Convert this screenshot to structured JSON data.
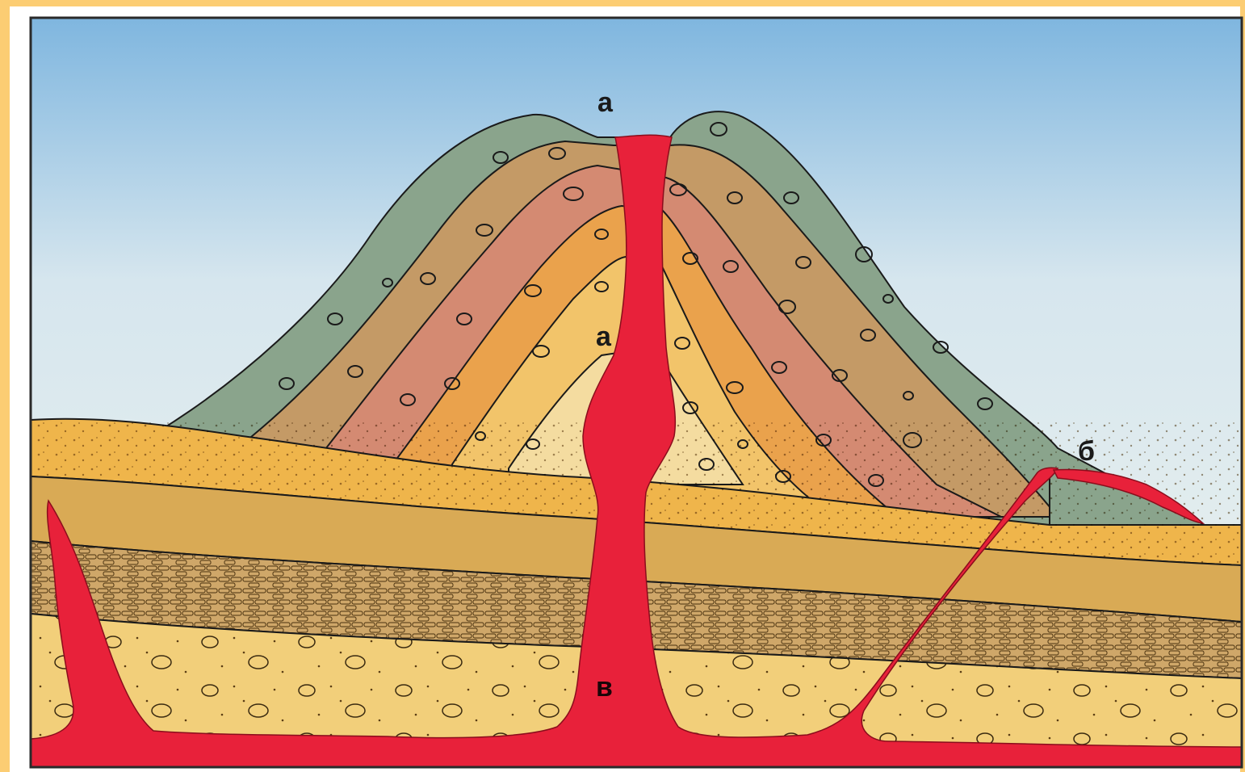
{
  "labels": {
    "crater": "а",
    "side_vent": "б",
    "magma_chamber": "в",
    "vent_channel": "а"
  },
  "colors": {
    "sky_top": "#7fb6df",
    "sky_bottom": "#eef3ee",
    "frame": "#fccd73",
    "magma": "#e8213a",
    "ash_outer": "#8aa48c",
    "ash_brown": "#c49a66",
    "ash_red": "#d48a72",
    "ash_orange": "#eaa24c",
    "ash_yellow": "#f2c46a",
    "sand_top": "#efb54b",
    "clay": "#d9aa55",
    "cobbles": "#c7a068",
    "gravel_bottom": "#f2cf7a"
  }
}
